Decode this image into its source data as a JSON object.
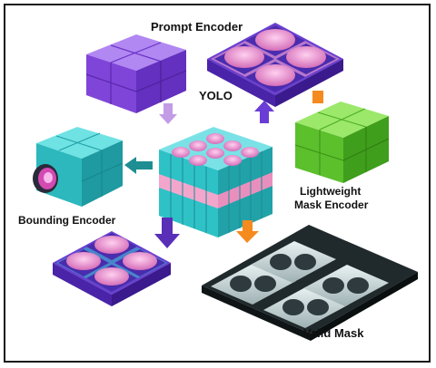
{
  "labels": {
    "prompt_encoder": "Prompt Encoder",
    "yolo": "YOLO",
    "lightweight_mask_encoder_line1": "Lightweight",
    "lightweight_mask_encoder_line2": "Mask Encoder",
    "bounding_encoder": "Bounding Encoder",
    "valid_mask": "Valid Mask"
  },
  "colors": {
    "prompt_purple": "#8a4fe0",
    "yolo_teal": "#2fc4c8",
    "yolo_pink": "#f3a1c8",
    "mask_green": "#6cc43a",
    "brain_pink": "#f0a0d6",
    "tray_purple": "#5a2fb8",
    "arrow_orange": "#f58a1f",
    "arrow_purple": "#6a3dd6",
    "arrow_teal": "#1e8e92",
    "arrow_lilac": "#c39be6",
    "scan_dark": "#1e2426"
  }
}
